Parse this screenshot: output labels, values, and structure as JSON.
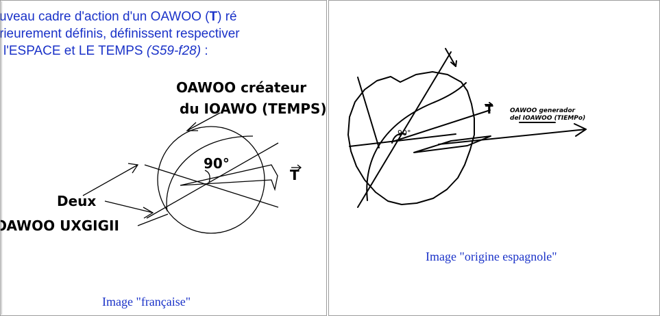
{
  "left_panel": {
    "intro_line_1": "uveau cadre d'action d'un OAWOO (",
    "intro_T": "T",
    "intro_line_1_end": ") ré",
    "intro_line_2": "rieurement définis, définissent respectiver",
    "intro_line_3": "l'ESPACE et LE TEMPS ",
    "intro_ref": "(S59-f28)",
    "intro_line_3_end": " :",
    "diagram": {
      "label_creator_1": "OAWOO créateur",
      "label_creator_2": "du IOAWO (TEMPS)",
      "label_angle": "90°",
      "label_T": "T",
      "label_deux": "Deux",
      "label_uxgigii": "OAWOO UXGIGII"
    },
    "caption": "Image \"française\""
  },
  "right_panel": {
    "diagram": {
      "label_T": "T",
      "label_angle": "90°",
      "handwritten_1": "OAWOO generador",
      "handwritten_2a": "del ",
      "handwritten_2b": "IOAWOO",
      "handwritten_2c": " (TIEMPo)"
    },
    "caption": "Image \"origine espagnole\""
  },
  "colors": {
    "text_blue": "#1a32c8",
    "border": "#9c9c9c"
  }
}
